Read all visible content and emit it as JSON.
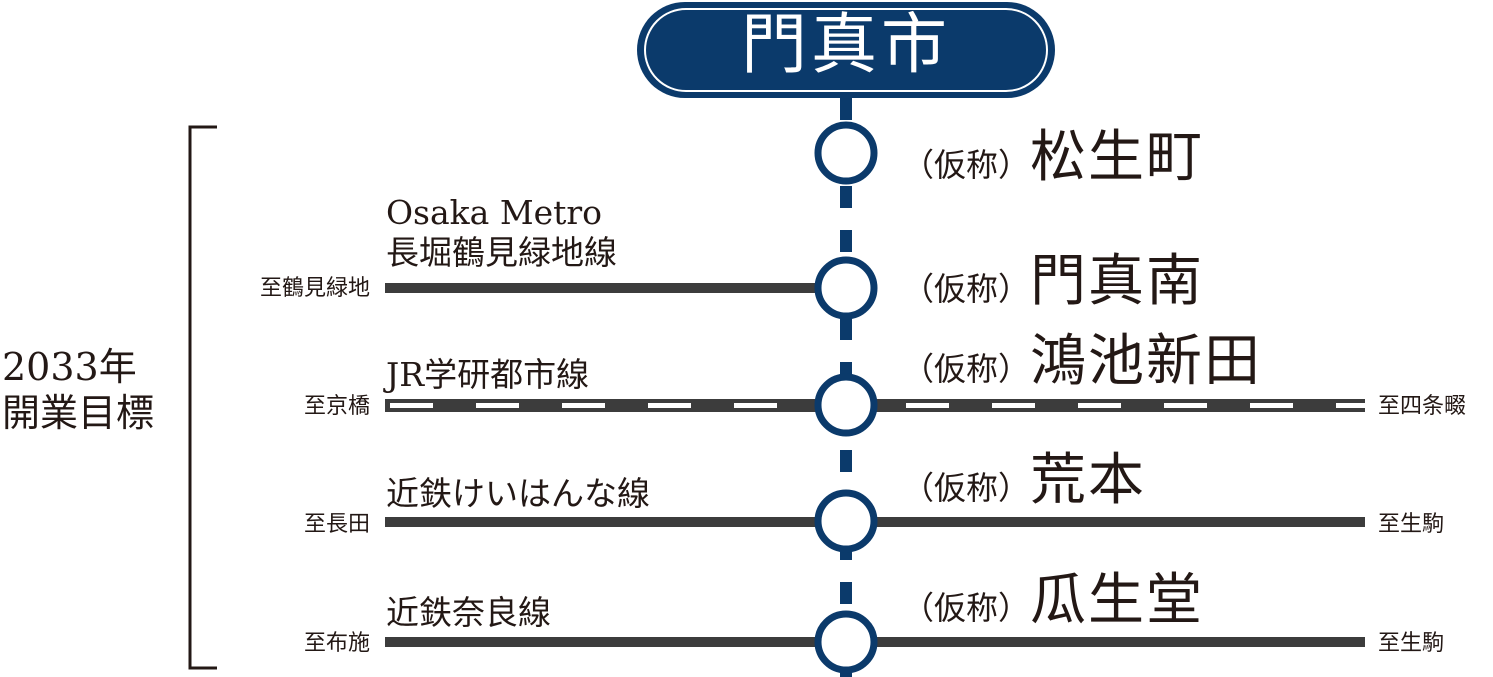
{
  "header": {
    "city": "門真市"
  },
  "colors": {
    "navy": "#0b3a6b",
    "line": "#3c3c3c"
  },
  "target": {
    "year": "2033年",
    "label": "開業目標"
  },
  "prefix": "（仮称）",
  "stations": [
    {
      "name": "松生町"
    },
    {
      "name": "門真南"
    },
    {
      "name": "鴻池新田"
    },
    {
      "name": "荒本"
    },
    {
      "name": "瓜生堂"
    }
  ],
  "lines": [
    {
      "name_1": "Osaka Metro",
      "name_2": "長堀鶴見緑地線",
      "to_left": "至鶴見緑地",
      "to_right": ""
    },
    {
      "name_1": "JR学研都市線",
      "to_left": "至京橋",
      "to_right": "至四条畷"
    },
    {
      "name_1": "近鉄けいはんな線",
      "to_left": "至長田",
      "to_right": "至生駒"
    },
    {
      "name_1": "近鉄奈良線",
      "to_left": "至布施",
      "to_right": "至生駒"
    }
  ]
}
